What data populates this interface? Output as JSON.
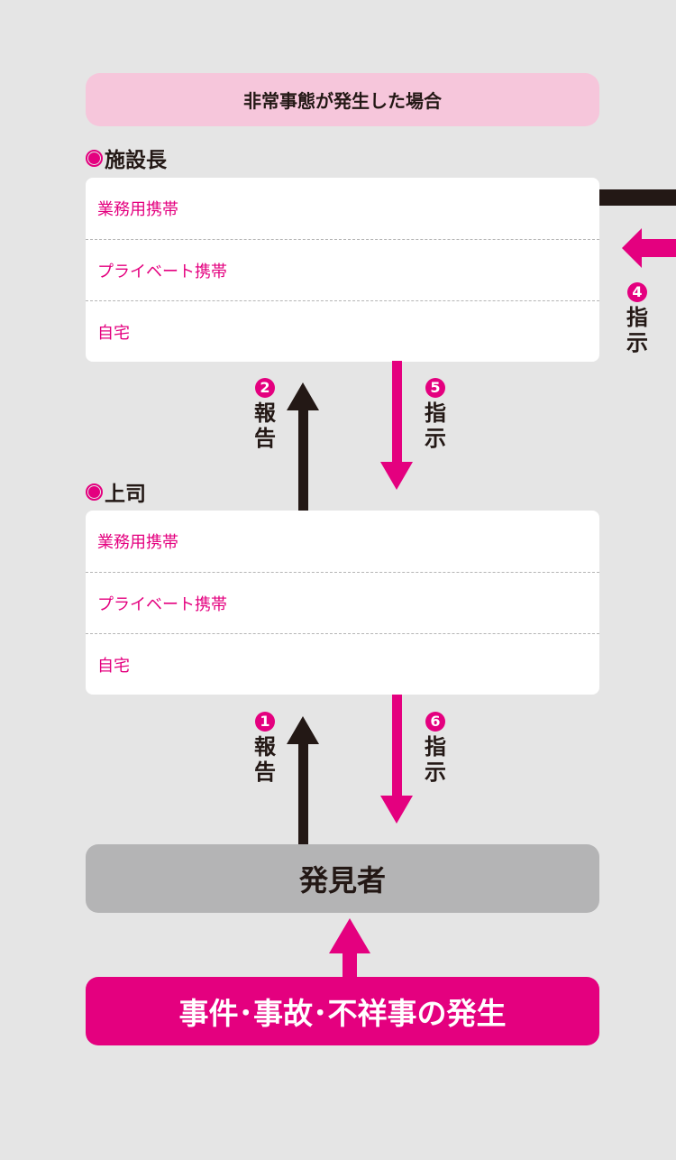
{
  "header": {
    "title": "非常事態が発生した場合"
  },
  "facility_head": {
    "label": "施設長",
    "contacts": [
      "業務用携帯",
      "プライベート携帯",
      "自宅"
    ]
  },
  "supervisor": {
    "label": "上司",
    "contacts": [
      "業務用携帯",
      "プライベート携帯",
      "自宅"
    ]
  },
  "steps": [
    {
      "num": "1",
      "text": [
        "報",
        "告"
      ]
    },
    {
      "num": "2",
      "text": [
        "報",
        "告"
      ]
    },
    {
      "num": "4",
      "text": [
        "指",
        "示"
      ]
    },
    {
      "num": "5",
      "text": [
        "指",
        "示"
      ]
    },
    {
      "num": "6",
      "text": [
        "指",
        "示"
      ]
    }
  ],
  "finder": {
    "label": "発見者"
  },
  "incident": {
    "label": "事件･事故･不祥事の発生"
  },
  "colors": {
    "accent": "#e4007f",
    "header_bg": "#f6c6db",
    "dark": "#231815",
    "finder_bg": "#b4b4b5",
    "background": "#e5e5e5"
  }
}
